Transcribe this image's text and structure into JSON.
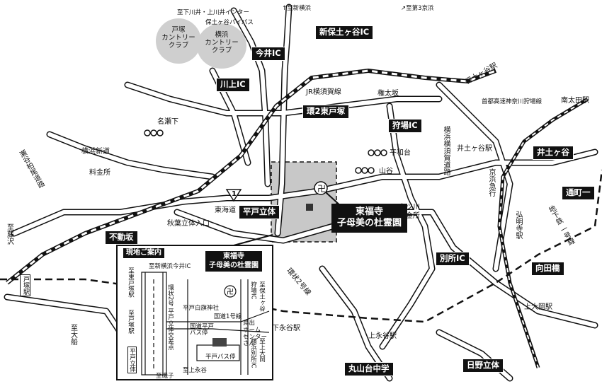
{
  "highways": {
    "shinhodogaya": "新保土ヶ谷IC",
    "imai": "今井IC",
    "kawakami": "川上IC",
    "kan2_higashitotsuka": "環2東戸塚",
    "kariba": "狩場IC",
    "hiradodai_overpass": "平戸立体",
    "fudouzaka": "不動坂",
    "bessho": "別所IC",
    "mukaidabashi": "向田橋",
    "idogaya": "井土ヶ谷",
    "toorichou": "通町一",
    "maruyamadai": "丸山台中学",
    "hino": "日野立体"
  },
  "directions": {
    "shimokawai": "至下川井・上川井インター",
    "hodogaya_bypass": "保土ヶ谷バイパス",
    "shinyokohama": "↑至新横浜",
    "daisan_keihin": "↗至第3京浜",
    "fujisawa": "至藤沢",
    "ofuna": "至大船"
  },
  "clubs": {
    "totsuka": "戸塚\nカントリー\nクラブ",
    "yokohama": "横浜\nカントリー\nクラブ"
  },
  "labels": {
    "jr_yokosuka": "JR横須賀線",
    "gontazaka": "権太坂",
    "nanaseshita": "名瀬下",
    "yokohama_shindo": "横浜新道",
    "ryokinjo": "料金所",
    "hiradai": "平和台",
    "yamazato": "山谷",
    "tokaido": "東海道",
    "akiba_ritai": "秋葉立体入口",
    "mutsukawa": "六ツ川\n料金所",
    "yokohama_yokosuka": "横浜横須賀道路",
    "keihin_kyuko": "京浜急行",
    "gumyoji": "弘明寺駅",
    "chikatetsu": "地下鉄 一号線",
    "kanjo2": "環状2号線",
    "shimonagaya": "下永谷駅",
    "kaminagaya": "上永谷駅",
    "kamiooka": "上大岡駅",
    "minamiota": "南太田駅",
    "idogaya_sta": "井土ヶ谷駅",
    "hodogaya_sta": "保土ヶ谷駅",
    "shutoko": "首都高速神奈川狩場線",
    "setagaya": "瀬谷柏尾道路",
    "nishi": "至\n藤\n沢",
    "ofuna": "至\n大\n船",
    "route1": "1"
  },
  "stations": {
    "totsuka": "戸塚駅"
  },
  "destination": {
    "name": "東福寺",
    "sub": "子母美の杜霊園"
  },
  "inset": {
    "title": "現地ご案内",
    "to_shinyokohama_imai": "至新横浜今井IC",
    "dest_name": "東福寺",
    "dest_sub": "子母美の杜霊園",
    "hiradosirahata": "平戸白旗神社",
    "kanjo2_kosaten": "環状2号 平戸立体交差点",
    "kokudo1": "国道1号線",
    "hodogaya_ic": "至保土ヶ谷",
    "kariba_ic": "狩場IC",
    "torimochi": "鳥出\nホーム\nセンター\nさん",
    "kamioka": "至上大岡",
    "bessho_ic": "横浜別所IC",
    "bus_stop": "国道平戸\nバス停",
    "hirado_bus": "平戸バス停",
    "to_kaminagaya": "至上永谷",
    "to_isogo": "至磯子",
    "totsuka_sta": "至東戸塚駅",
    "totsuka_sta2": "至戸塚駅",
    "hirado_ritai": "平戸立体",
    "to_hodogaya2": "至保土ヶ谷"
  },
  "colors": {
    "ink": "#111111",
    "highlight": "#c8c8c8",
    "club": "#cfcfcf"
  }
}
